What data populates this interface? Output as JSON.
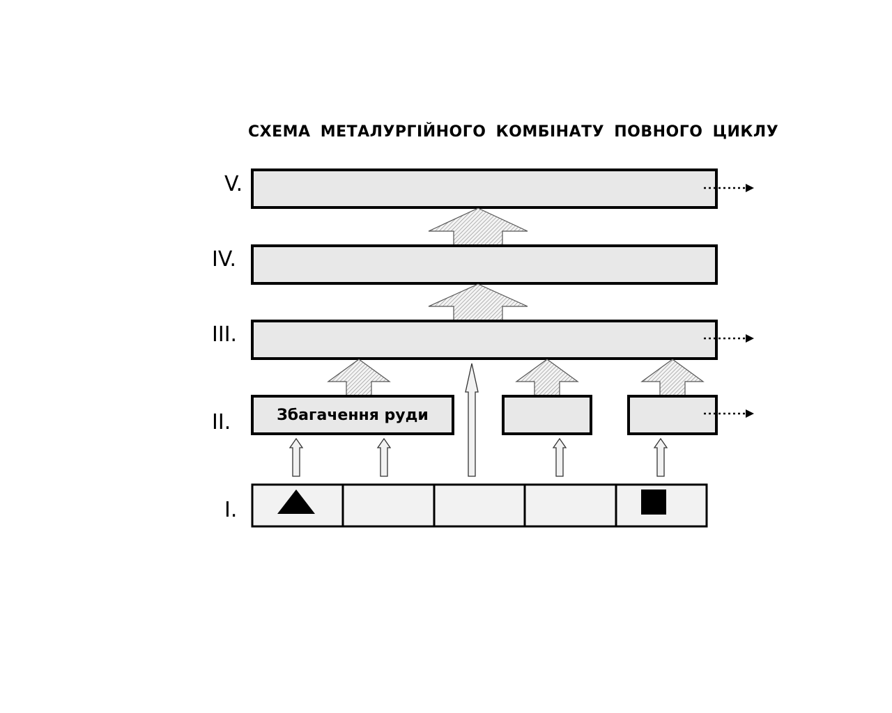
{
  "title": "СХЕМА  МЕТАЛУРГІЙНОГО  КОМБІНАТУ  ПОВНОГО  ЦИКЛУ",
  "levels": [
    {
      "label": "V."
    },
    {
      "label": "IV."
    },
    {
      "label": "III."
    },
    {
      "label": "II."
    },
    {
      "label": "I."
    }
  ],
  "boxes": {
    "ore_enrichment": "Збагачення руди"
  },
  "icons": {
    "cell_1": "triangle-icon",
    "cell_5": "square-icon"
  },
  "colors": {
    "band_fill": "#e8e8e8",
    "cell_fill": "#f2f2f2",
    "stroke": "#000000"
  }
}
